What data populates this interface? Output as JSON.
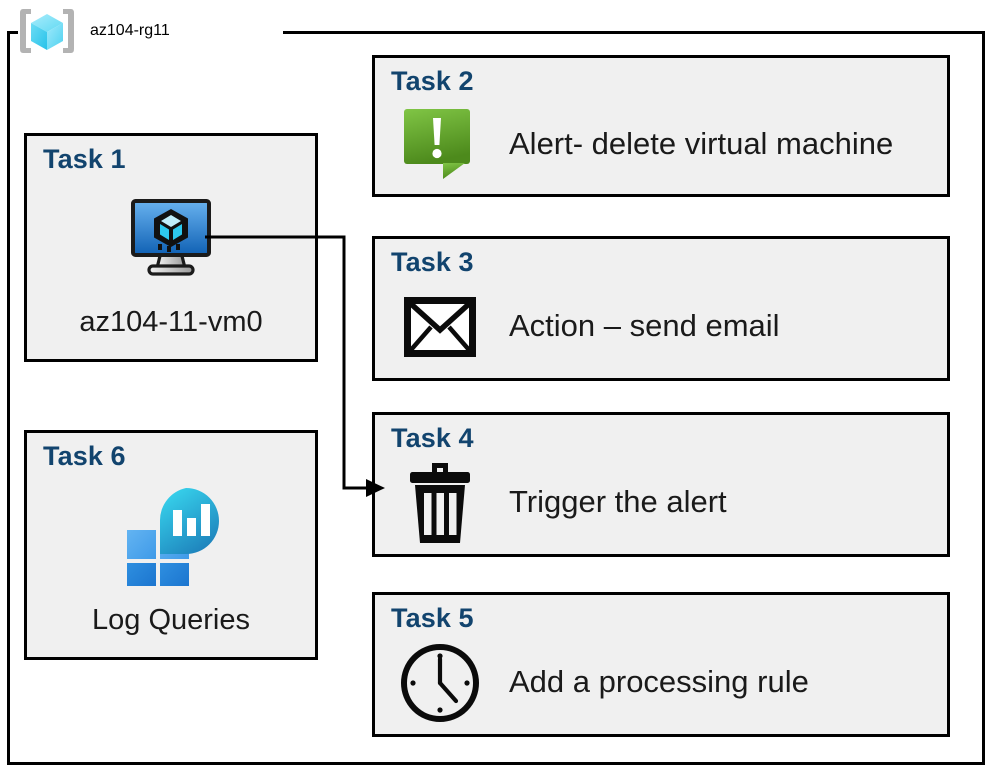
{
  "resource_group": {
    "label": "az104-rg11",
    "icon": "resource-group-cube-icon"
  },
  "colors": {
    "task_title": "#12446e",
    "card_fill": "#f0f0f0",
    "card_border": "#000000",
    "alert_green_light": "#7ac143",
    "alert_green_dark": "#4e8a1f",
    "vm_blue_light": "#5aa7e8",
    "vm_blue_dark": "#1668b8",
    "log_cyan": "#2ed0e8",
    "log_blue": "#1b84d8",
    "rg_cube_light": "#9ee8fb",
    "rg_cube_dark": "#2fc6ea",
    "rg_bracket_gray": "#b3b3b3"
  },
  "cards": [
    {
      "id": "task-1",
      "title": "Task 1",
      "caption": "az104-11-vm0",
      "icon": "virtual-machine-icon",
      "column": "left"
    },
    {
      "id": "task-2",
      "title": "Task 2",
      "label": "Alert- delete virtual machine",
      "icon": "alert-exclamation-icon",
      "column": "right"
    },
    {
      "id": "task-3",
      "title": "Task 3",
      "label": "Action – send email",
      "icon": "envelope-icon",
      "column": "right"
    },
    {
      "id": "task-4",
      "title": "Task 4",
      "label": "Trigger the alert",
      "icon": "trash-can-icon",
      "column": "right"
    },
    {
      "id": "task-5",
      "title": "Task 5",
      "label": "Add a processing rule",
      "icon": "clock-icon",
      "column": "right"
    },
    {
      "id": "task-6",
      "title": "Task 6",
      "caption": "Log Queries",
      "icon": "log-analytics-icon",
      "column": "left"
    }
  ],
  "connector": {
    "from": "virtual-machine-icon",
    "to": "task-4",
    "arrow": "arrow-right-head"
  }
}
